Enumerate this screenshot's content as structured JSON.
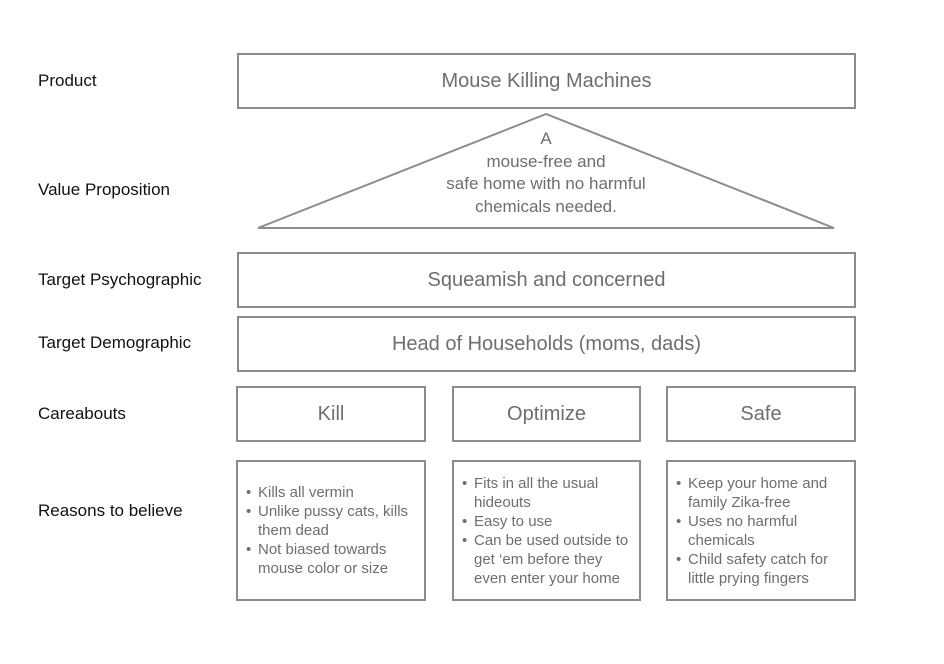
{
  "labels": {
    "product": "Product",
    "value_proposition": "Value Proposition",
    "target_psychographic": "Target Psychographic",
    "target_demographic": "Target Demographic",
    "careabouts": "Careabouts",
    "reasons_to_believe": "Reasons to believe"
  },
  "product": "Mouse Killing Machines",
  "value_proposition": {
    "lines": [
      "A",
      "mouse-free and",
      "safe home with no harmful",
      "chemicals needed."
    ]
  },
  "target_psychographic": "Squeamish and concerned",
  "target_demographic": "Head of Households (moms, dads)",
  "careabouts": [
    "Kill",
    "Optimize",
    "Safe"
  ],
  "reasons": [
    {
      "items": [
        "Kills all vermin",
        "Unlike pussy cats, kills them dead",
        "Not biased towards mouse color or size"
      ]
    },
    {
      "items": [
        "Fits in all the usual hideouts",
        "Easy to use",
        "Can be used outside to get ‘em before they even enter your home"
      ]
    },
    {
      "items": [
        "Keep your home and family Zika-free",
        "Uses no harmful chemicals",
        "Child safety catch for little prying fingers"
      ]
    }
  ]
}
